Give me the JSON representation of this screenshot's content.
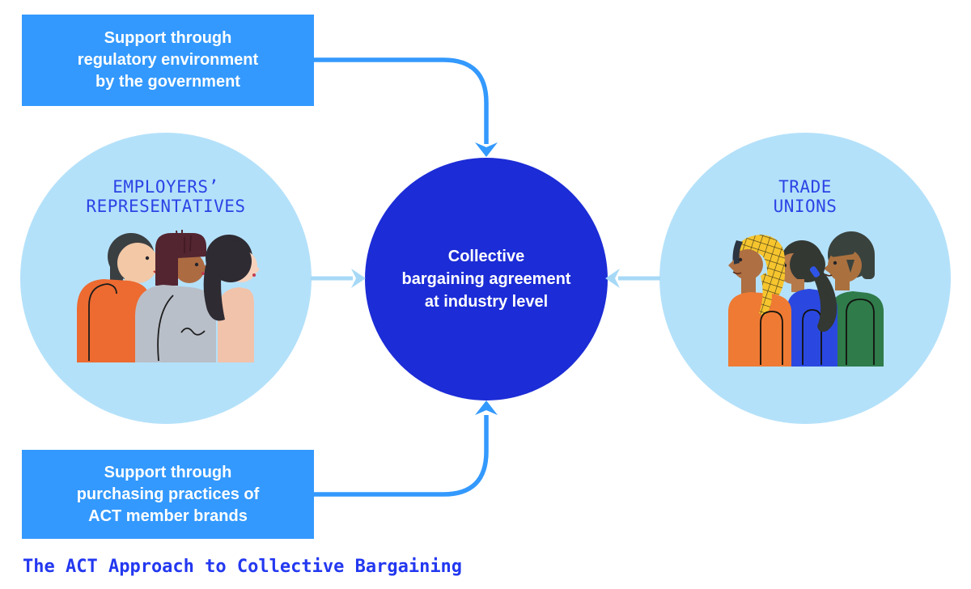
{
  "title": {
    "text": "The ACT Approach to Collective Bargaining"
  },
  "support_boxes": {
    "government": {
      "lines": [
        "Support through",
        "regulatory environment",
        "by the government"
      ]
    },
    "brands": {
      "lines": [
        "Support through",
        "purchasing practices of",
        "ACT member brands"
      ]
    }
  },
  "circles": {
    "employers": {
      "label_lines": [
        "EMPLOYERS’",
        "REPRESENTATIVES"
      ]
    },
    "agreement": {
      "lines": [
        "Collective",
        "bargaining agreement",
        "at industry level"
      ]
    },
    "unions": {
      "label_lines": [
        "TRADE",
        "UNIONS"
      ]
    }
  },
  "icons": {
    "employers_illustration": "three-employer-representatives-facing-right",
    "unions_illustration": "three-trade-union-members-facing-left",
    "arrows": [
      "down-arrow-from-government-box",
      "right-arrow-employers-to-agreement",
      "left-arrow-unions-to-agreement",
      "up-arrow-from-brands-box"
    ]
  },
  "colors": {
    "support_box_blue": "#3399fe",
    "connector_blue": "#3399fe",
    "light_circle_blue": "#b4e1fa",
    "center_circle_blue": "#1c2cd6",
    "light_arrow_blue": "#a7d9f7",
    "circle_label_blue": "#2b44e5",
    "title_blue": "#2338f0",
    "box_text": "#ffffff",
    "center_text": "#ffffff"
  }
}
